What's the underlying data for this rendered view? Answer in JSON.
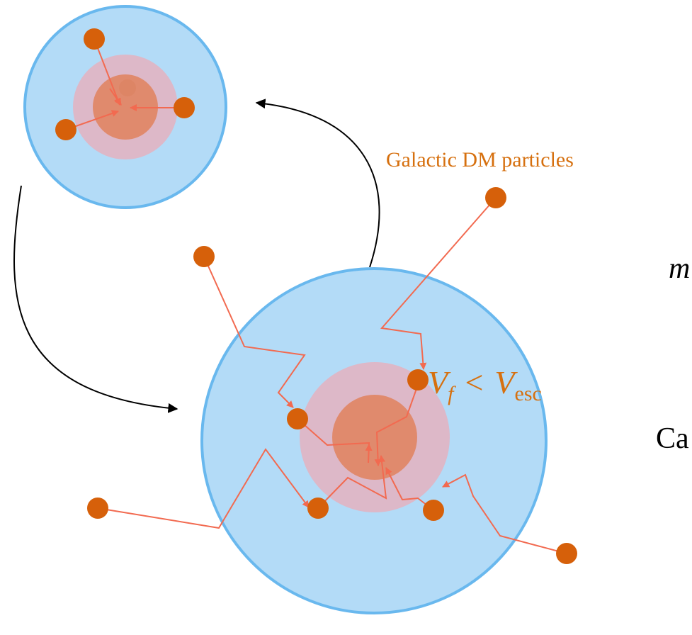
{
  "labels": {
    "galactic_dm": "Galactic DM particles",
    "escape_v": "V",
    "escape_v_sub": "f",
    "escape_lt": "<",
    "escape_vesc": "V",
    "escape_vesc_sub": "esc",
    "edge_m": "m",
    "edge_ca": "Ca"
  },
  "colors": {
    "star_fill": "#b3dbf7",
    "star_edge": "#69b8ee",
    "inner_glow": "#ddb8c8",
    "core": "#e08a6d",
    "particle": "#d6600a",
    "path": "#f26a50",
    "label": "#d6700f",
    "arrow": "#000000"
  }
}
